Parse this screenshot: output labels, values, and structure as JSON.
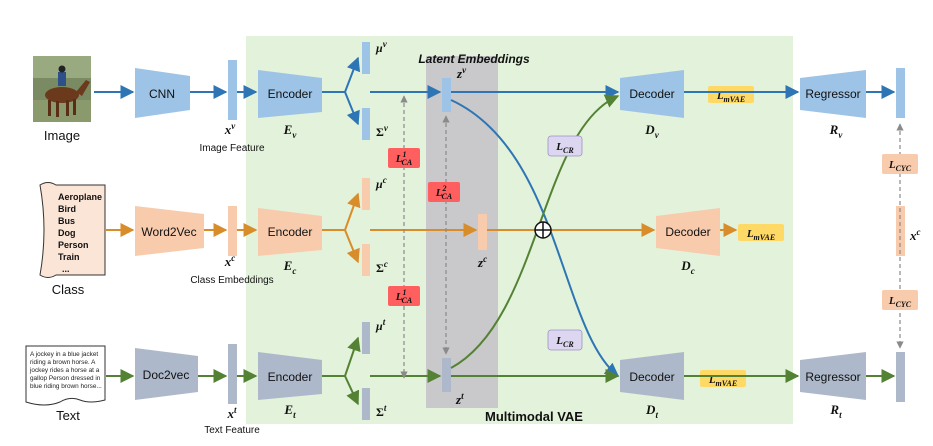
{
  "colors": {
    "vae_region": "#e3f2da",
    "latent_region": "#c9c8ca",
    "blue_block": "#9dc3e6",
    "blue_line": "#2e75b6",
    "orange_block": "#f8cbad",
    "orange_line": "#d98c2a",
    "gray_block": "#adb9ca",
    "green_line": "#548235",
    "red_loss": "#ff5f5f",
    "yellow_loss": "#ffd966",
    "purple_loss": "#dcd6f0"
  },
  "labels": {
    "image_caption": "Image",
    "class_caption": "Class",
    "text_caption": "Text",
    "cnn": "CNN",
    "word2vec": "Word2Vec",
    "doc2vec": "Doc2vec",
    "image_feature": "Image Feature",
    "class_embeddings": "Class Embeddings",
    "text_feature": "Text Feature",
    "encoder": "Encoder",
    "decoder": "Decoder",
    "regressor": "Regressor",
    "latent_embeddings": "Latent Embeddings",
    "multimodal_vae": "Multimodal VAE"
  },
  "class_list": [
    "Aeroplane",
    "Bird",
    "Bus",
    "Dog",
    "Person",
    "Train",
    "..."
  ],
  "text_doc_lines": [
    "A jockey in a blue jacket",
    "riding a brown horse. A",
    "jockey rides a horse at a",
    "gallop Person dressed in",
    "blue riding brown horse..."
  ],
  "math": {
    "xv": "x",
    "xv_sup": "v",
    "xc": "x",
    "xc_sup": "c",
    "xt": "x",
    "xt_sup": "t",
    "Ev": "E",
    "Ev_sub": "v",
    "Ec": "E",
    "Ec_sub": "c",
    "Et": "E",
    "Et_sub": "t",
    "mu_v": "μ",
    "mu_v_sup": "v",
    "mu_c": "μ",
    "mu_c_sup": "c",
    "mu_t": "μ",
    "mu_t_sup": "t",
    "sig_v": "Σ",
    "sig_v_sup": "v",
    "sig_c": "Σ",
    "sig_c_sup": "c",
    "sig_t": "Σ",
    "sig_t_sup": "t",
    "zv": "z",
    "zv_sup": "v",
    "zc": "z",
    "zc_sup": "c",
    "zt": "z",
    "zt_sup": "t",
    "Dv": "D",
    "Dv_sub": "v",
    "Dc": "D",
    "Dc_sub": "c",
    "Dt": "D",
    "Dt_sub": "t",
    "Rv": "R",
    "Rv_sub": "v",
    "Rt": "R",
    "Rt_sub": "t",
    "xc_right": "x",
    "xc_right_sup": "c"
  },
  "losses": {
    "L": "L",
    "ca_sub": "CA",
    "ca1_sup": "1",
    "ca2_sup": "2",
    "cr_sub": "CR",
    "mvae_sub": "mVAE",
    "cyc_sub": "CYC"
  }
}
